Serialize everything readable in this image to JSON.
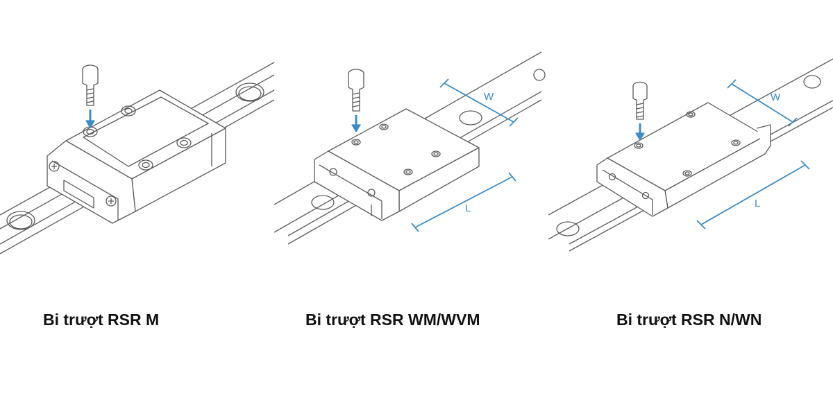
{
  "captions": {
    "m": "Bi trượt RSR M",
    "wm": "Bi trượt RSR WM/WVM",
    "n": "Bi trượt RSR N/WN"
  },
  "dimensions": {
    "width_label": "W",
    "length_label": "L"
  },
  "colors": {
    "line": "#5a5a5a",
    "accent": "#3a8cc8",
    "caption": "#111111"
  }
}
